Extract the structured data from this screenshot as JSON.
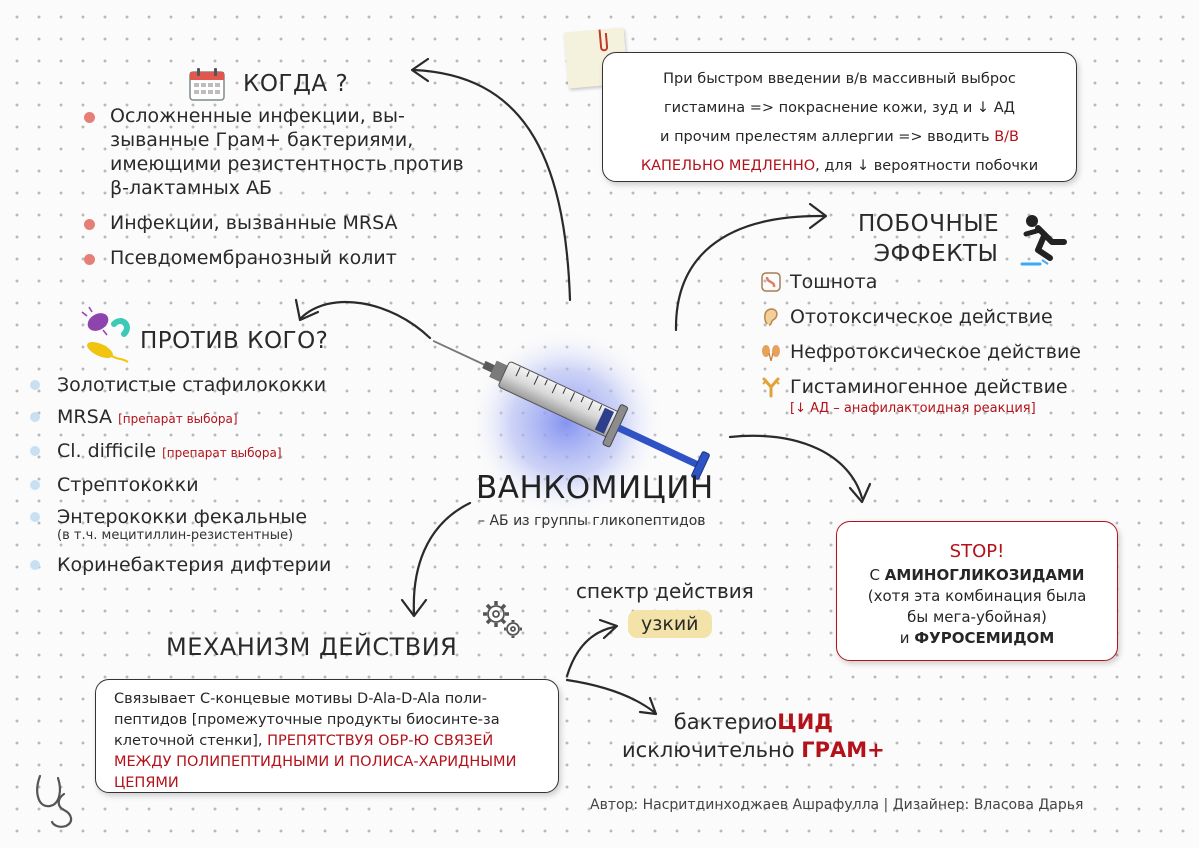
{
  "when": {
    "title": "КОГДА ?",
    "items": [
      "Осложненные инфекции, вы-зыванные Грам+ бактериями, имеющими резистентность против β-лактамных АБ",
      "Инфекции, вызванные MRSA",
      "Псевдомембранозный колит"
    ]
  },
  "against": {
    "title": "ПРОТИВ КОГО?",
    "items": [
      {
        "name": "Золотистые стафилококки",
        "tag": "",
        "sub": ""
      },
      {
        "name": "MRSA",
        "tag": "[препарат выбора]",
        "sub": ""
      },
      {
        "name": "Cl. difficile",
        "tag": "[препарат выбора]",
        "sub": ""
      },
      {
        "name": "Стрептококки",
        "tag": "",
        "sub": ""
      },
      {
        "name": "Энтерококки фекальные",
        "tag": "",
        "sub": "(в т.ч. мецитиллин-резистентные)"
      },
      {
        "name": "Коринебактерия дифтерии",
        "tag": "",
        "sub": ""
      }
    ]
  },
  "drug": {
    "name": "ВАНКОМИЦИН",
    "subtitle": "– АБ из группы гликопептидов"
  },
  "note": {
    "line1": "При быстром введении в/в массивный выброс",
    "line2": "гистамина => покраснение кожи, зуд и ↓ АД",
    "line3_pre": "и прочим прелестям аллергии => вводить ",
    "line3_red": "В/В",
    "line4_red": "КАПЕЛЬНО МЕДЛЕННО",
    "line4_post": ", для ↓ вероятности побочки"
  },
  "side_effects": {
    "title_line1": "ПОБОЧНЫЕ",
    "title_line2": "ЭФФЕКТЫ",
    "items": [
      {
        "icon": "stomach-icon",
        "label": "Тошнота"
      },
      {
        "icon": "ear-icon",
        "label": "Ототоксическое действие"
      },
      {
        "icon": "kidneys-icon",
        "label": "Нефротоксическое действие"
      },
      {
        "icon": "antibody-icon",
        "label": "Гистаминогенное действие"
      }
    ],
    "note": "[↓ АД – анафилактоидная реакция]"
  },
  "stop": {
    "title": "STOP!",
    "line1_pre": "С ",
    "line1_bold": "АМИНОГЛИКОЗИДАМИ",
    "line2": "(хотя эта комбинация была",
    "line3": "бы мега-убойная)",
    "line4_pre": "и ",
    "line4_bold": "ФУРОСЕМИДОМ"
  },
  "mechanism": {
    "title": "МЕХАНИЗМ ДЕЙСТВИЯ",
    "text": "Связывает С-концевые мотивы D-Ala-D-Ala поли-пептидов [промежуточные продукты биосинте-за клеточной стенки], ",
    "text_red": "ПРЕПЯТСТВУЯ ОБР-Ю СВЯЗЕЙ МЕЖДУ ПОЛИПЕПТИДНЫМИ И ПОЛИСА-ХАРИДНЫМИ ЦЕПЯМИ"
  },
  "spectrum": {
    "label": "спектр действия",
    "value": "узкий"
  },
  "bactericidal": {
    "pre": "бактерио",
    "red": "ЦИД",
    "line2_pre": "исключительно ",
    "line2_red": "ГРАМ+"
  },
  "credits": "Автор: Насритдинходжаев Ашрафулла | Дизайнер: Власова Дарья",
  "colors": {
    "accent_red": "#b3121a",
    "bullet_pink": "#e57f78",
    "bullet_blue": "#c9dff2",
    "highlight_yellow": "#f3e3a8",
    "glow_blue": "#8a97ec"
  }
}
